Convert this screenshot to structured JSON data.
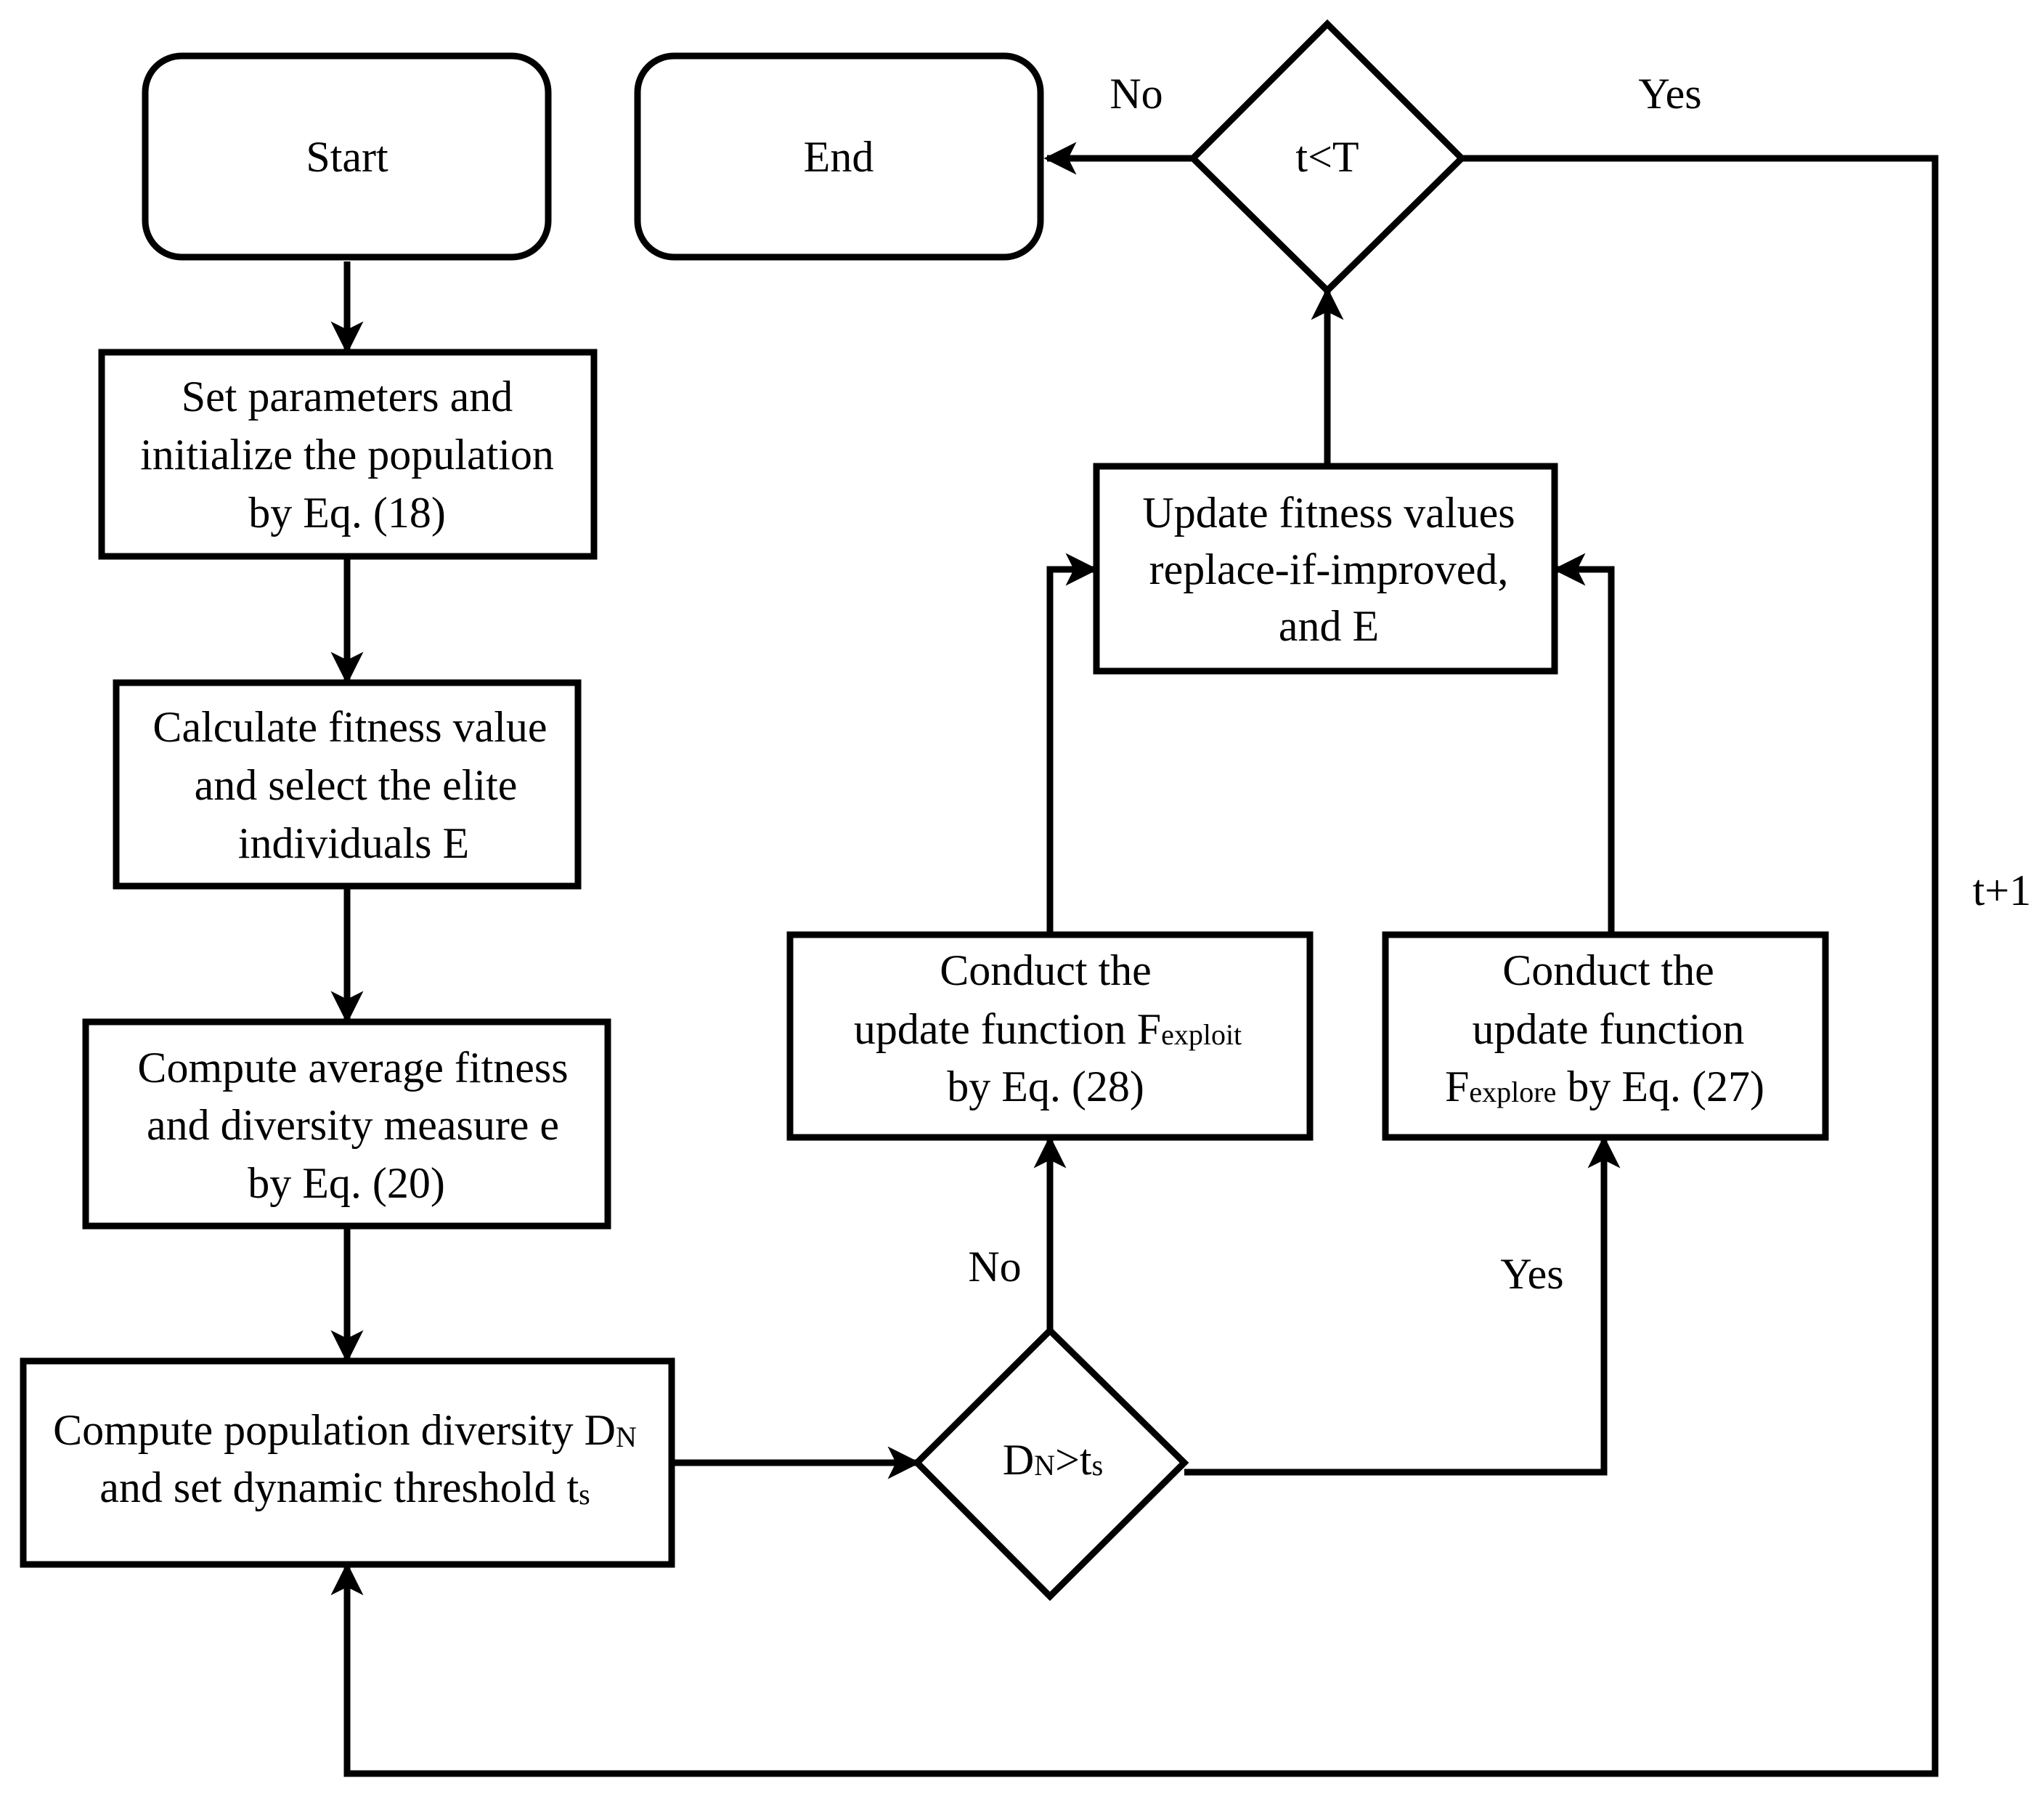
{
  "nodes": {
    "start": {
      "lines": [
        "Start"
      ]
    },
    "end": {
      "lines": [
        "End"
      ]
    },
    "set_params": {
      "lines": [
        "Set parameters and",
        "initialize the population",
        "by Eq. (18)"
      ]
    },
    "calc_fitness": {
      "lines": [
        "Calculate fitness value",
        "and select the  elite",
        "individuals E"
      ]
    },
    "compute_avg": {
      "lines": [
        "Compute average fitness",
        "and diversity measure e",
        "by Eq. (20)"
      ]
    },
    "compute_div": {
      "line1": "Compute population diversity D",
      "line1_sub": "N",
      "line2": "and set dynamic threshold t",
      "line2_sub": "s"
    },
    "decision_div": {
      "main": "D",
      "sub1": "N",
      "mid": ">t",
      "sub2": "s"
    },
    "exploit": {
      "line1": "Conduct the",
      "line2": "update function F",
      "line2_sub": "exploit",
      "line3": "by Eq. (28)"
    },
    "explore": {
      "line1": "Conduct the",
      "line2": "update  function",
      "line3_main": "F",
      "line3_sub": "explore",
      "line3_rest": " by Eq. (27)"
    },
    "update": {
      "lines": [
        "Update fitness values",
        "replace-if-improved,",
        "and E"
      ]
    },
    "decision_t": {
      "lines": [
        "t<T"
      ]
    }
  },
  "edge_labels": {
    "t_no": "No",
    "t_yes": "Yes",
    "div_no": "No",
    "div_yes": "Yes",
    "loop": "t+1"
  }
}
